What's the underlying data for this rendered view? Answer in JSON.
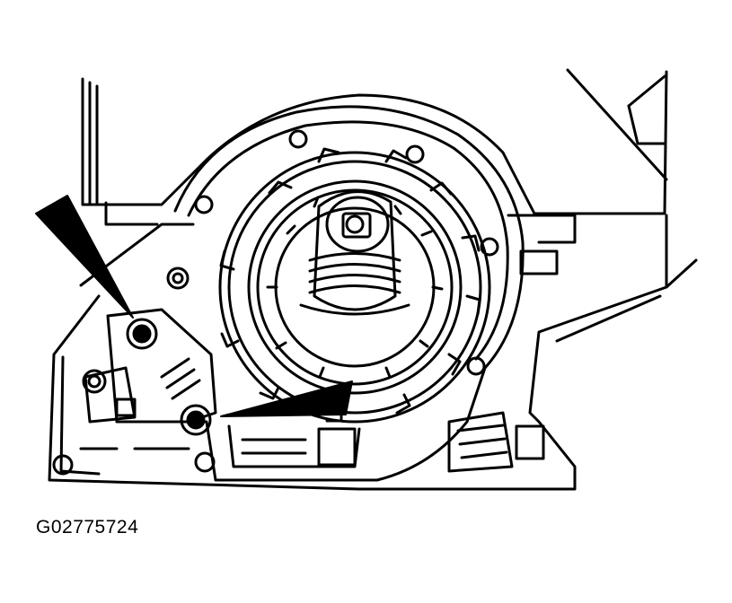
{
  "figure": {
    "id_label": "G02775724"
  },
  "colors": {
    "ink": "#000000",
    "paper": "#ffffff"
  },
  "callouts": [
    {
      "name": "upper-left-arrow",
      "points_to": "valve-body-bolt-upper"
    },
    {
      "name": "lower-right-arrow",
      "points_to": "valve-body-bolt-lower"
    }
  ]
}
